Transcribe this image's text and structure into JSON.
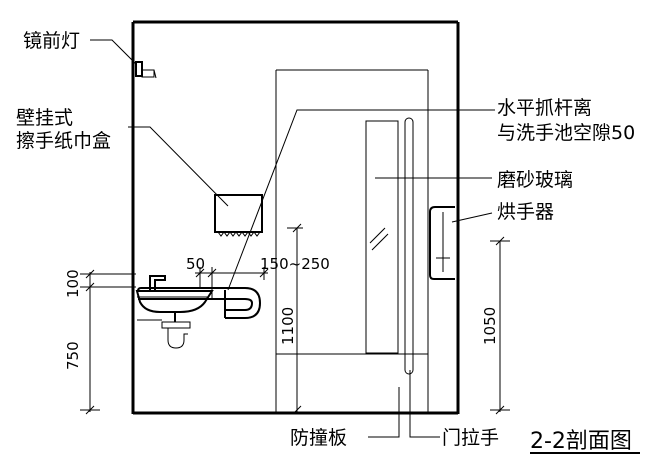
{
  "title": "2-2剖面图",
  "labels": {
    "mirror_light": "镜前灯",
    "tissue_box_line1": "壁挂式",
    "tissue_box_line2": "擦手纸巾盒",
    "grab_bar_line1": "水平抓杆离",
    "grab_bar_line2": "与洗手池空隙50",
    "frosted_glass": "磨砂玻璃",
    "hand_dryer": "烘手器",
    "kick_plate": "防撞板",
    "door_handle": "门拉手"
  },
  "dimensions": {
    "gap_50": "50",
    "gap_150_250": "150~250",
    "height_100": "100",
    "height_750": "750",
    "height_1100": "1100",
    "height_1050": "1050"
  }
}
